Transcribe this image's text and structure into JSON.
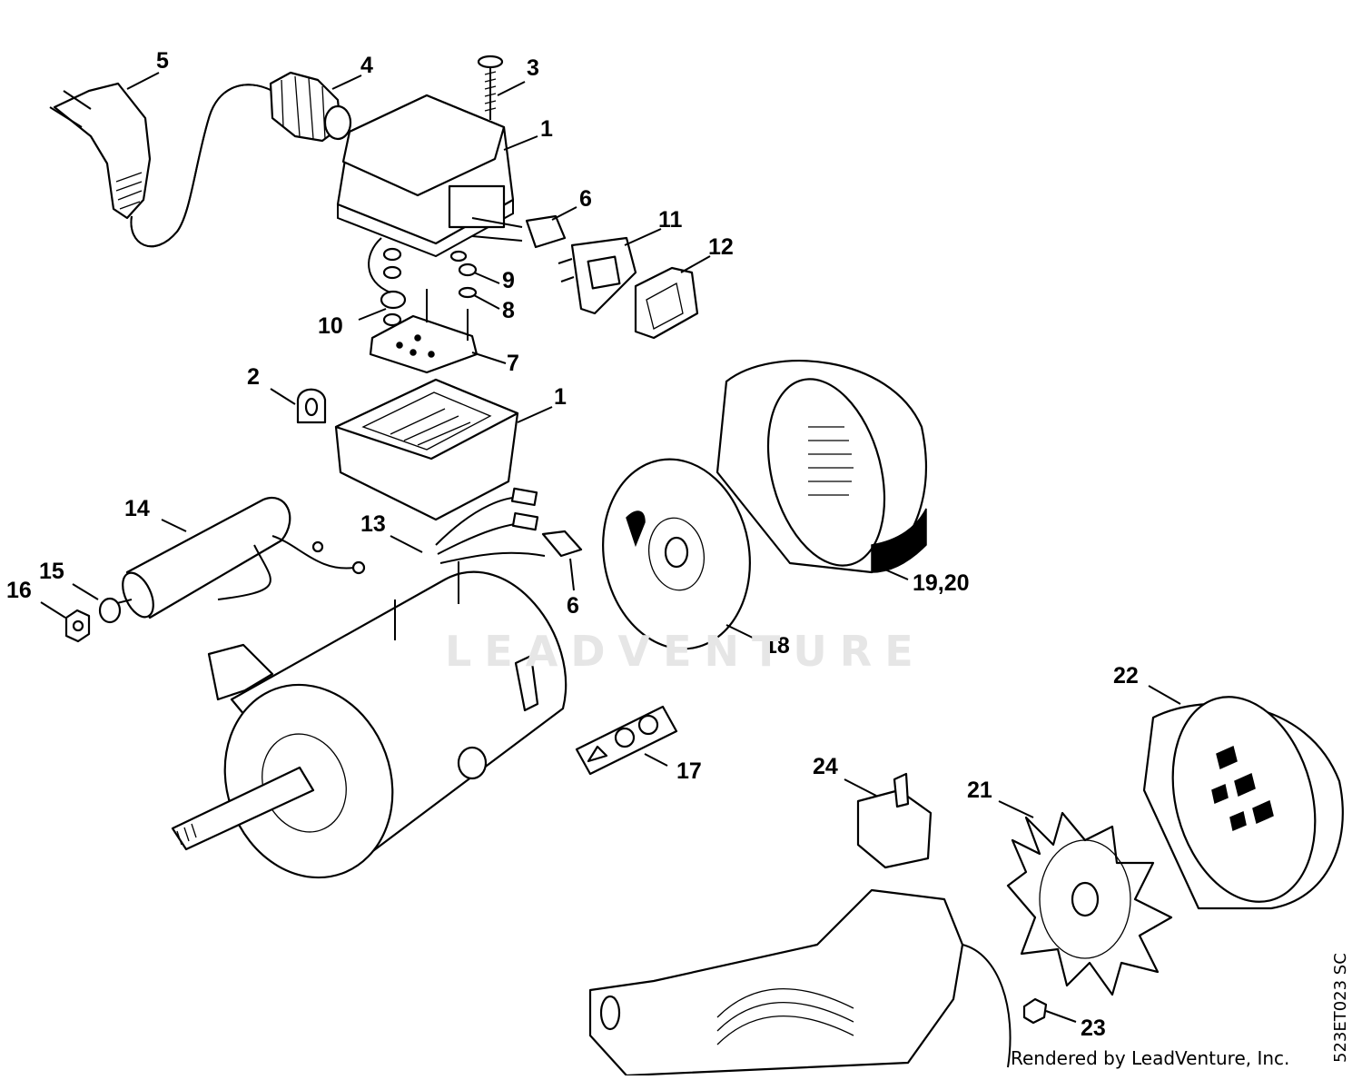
{
  "callouts": {
    "c1a": "1",
    "c1b": "1",
    "c2": "2",
    "c3": "3",
    "c4": "4",
    "c5": "5",
    "c6a": "6",
    "c6b": "6",
    "c7": "7",
    "c8": "8",
    "c9": "9",
    "c10": "10",
    "c11": "11",
    "c12": "12",
    "c13": "13",
    "c14": "14",
    "c15": "15",
    "c16": "16",
    "c17": "17",
    "c18": "18",
    "c1920": "19,20",
    "c21": "21",
    "c22": "22",
    "c23": "23",
    "c24": "24"
  },
  "watermark": "LEADVENTURE",
  "credit": "Rendered by LeadVenture, Inc.",
  "drawing_code": "523ET023 SC"
}
